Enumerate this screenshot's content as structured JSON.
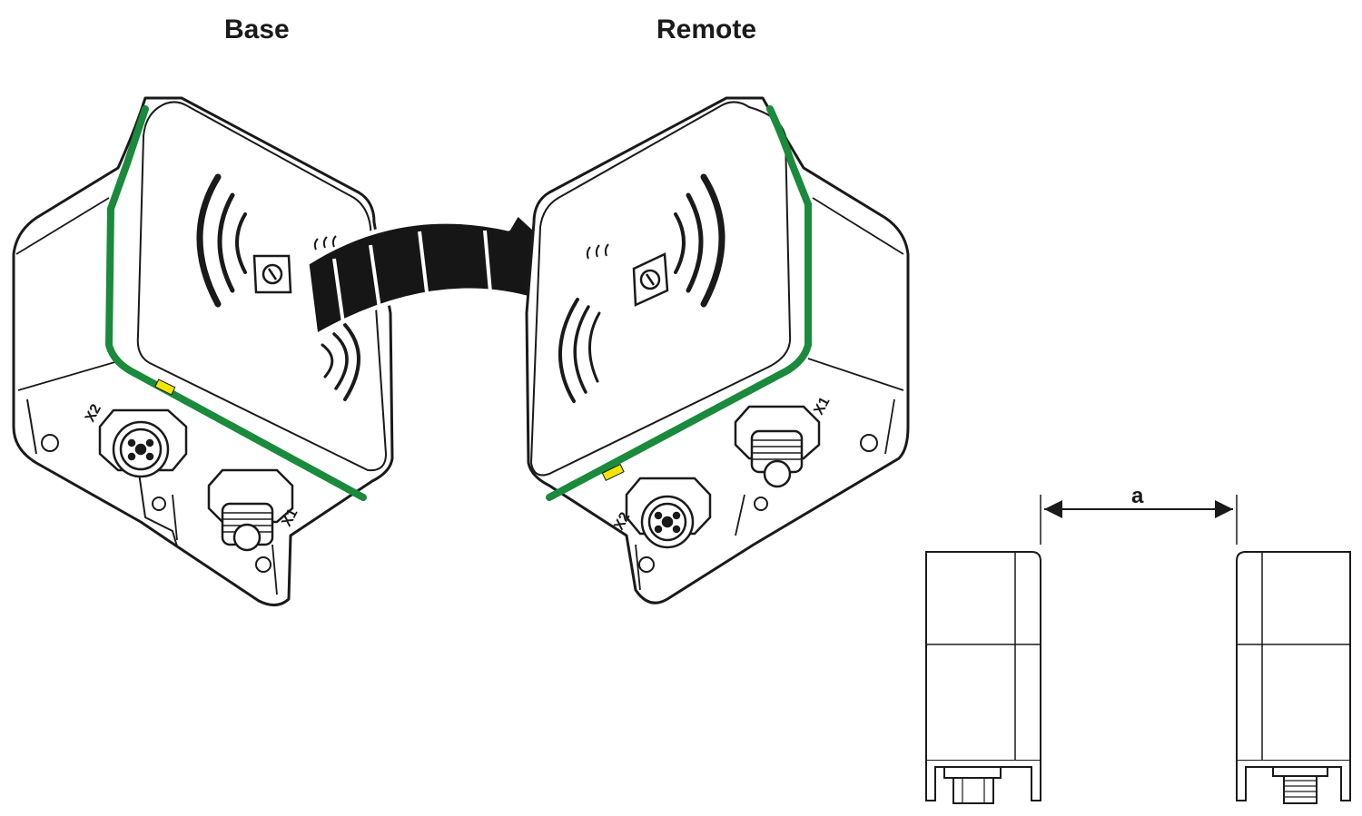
{
  "titles": {
    "base": "Base",
    "remote": "Remote"
  },
  "connectors": {
    "x1": "X1",
    "x2": "X2"
  },
  "dimension": {
    "label": "a"
  },
  "colors": {
    "accent_green": "#1a8a3c",
    "led_yellow": "#f2e600",
    "line": "#1a1a1a",
    "arrow": "#161616"
  }
}
